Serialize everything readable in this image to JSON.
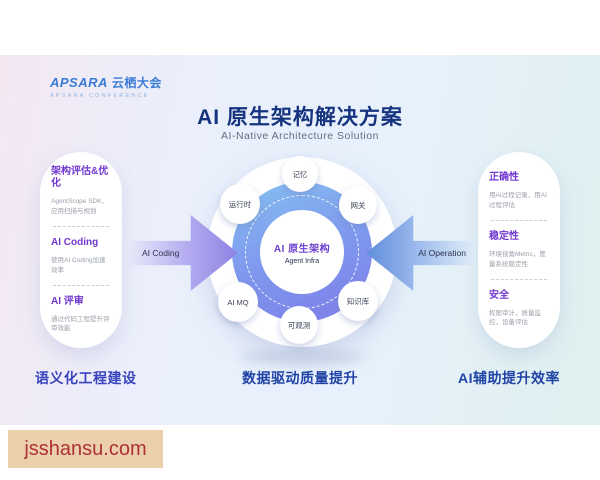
{
  "logo": {
    "brand": "APSARA",
    "brand_cn": "云栖大会",
    "tagline": "APSARA CONFERENCE"
  },
  "header": {
    "title": "AI 原生架构解决方案",
    "subtitle": "AI-Native Architecture Solution"
  },
  "left_panel": {
    "sections": [
      {
        "heading": "架构评估&优化",
        "desc": "AgentScope SDK、应用扫描与规划"
      },
      {
        "heading": "AI Coding",
        "desc": "使用AI Coding加速效率"
      },
      {
        "heading": "AI 评审",
        "desc": "通过代码工程提升评审效能"
      }
    ],
    "footer_label": "语义化工程建设"
  },
  "center_diagram": {
    "core_title": "AI 原生架构",
    "core_subtitle": "Agent Infra",
    "nodes": [
      "记忆",
      "运行时",
      "网关",
      "AI MQ",
      "知识库",
      "可观测"
    ],
    "left_arrow_label": "AI Coding",
    "right_arrow_label": "AI Operation",
    "footer_label": "数据驱动质量提升"
  },
  "right_panel": {
    "sections": [
      {
        "heading": "正确性",
        "desc": "用AI过程记录，用AI过程评估"
      },
      {
        "heading": "稳定性",
        "desc": "环境视角Metric，度量系统稳定性"
      },
      {
        "heading": "安全",
        "desc": "权限审计，质量监控，设备评估"
      }
    ],
    "footer_label": "AI辅助提升效率"
  },
  "watermark": {
    "text": "jsshansu.com"
  },
  "colors": {
    "title_navy": "#15337e",
    "accent_purple": "#7038cf",
    "ring_top": "#86c1f1",
    "ring_bottom": "#7e7ce9",
    "caption_blue": "#2143a6",
    "watermark_bg": "#ecd0ab",
    "watermark_text": "#ae3136"
  }
}
